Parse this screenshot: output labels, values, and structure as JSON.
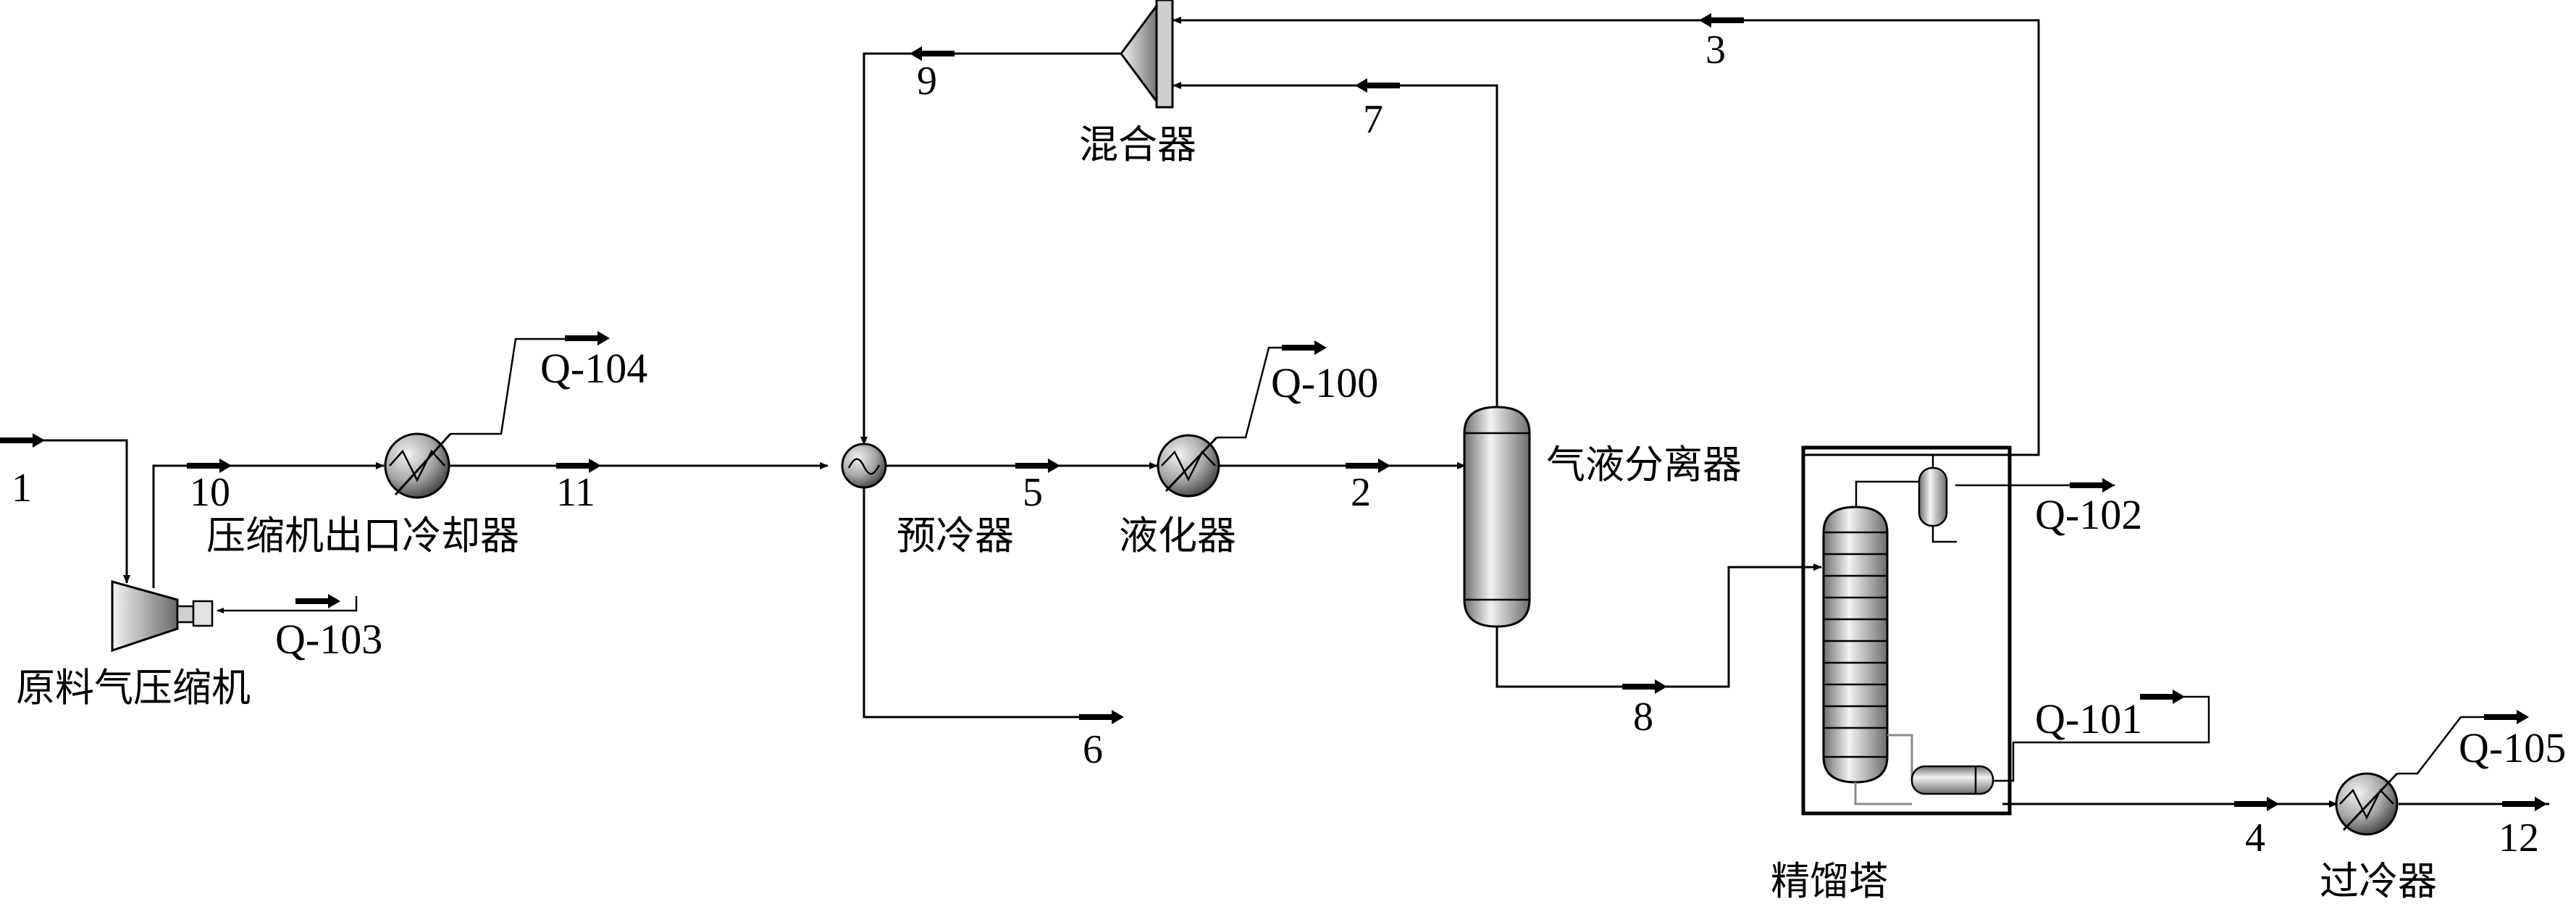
{
  "equipment": {
    "feed_compressor": "原料气压缩机",
    "compressor_cooler": "压缩机出口冷却器",
    "precooler": "预冷器",
    "liquefier": "液化器",
    "separator": "气液分离器",
    "mixer": "混合器",
    "column": "精馏塔",
    "subcooler": "过冷器"
  },
  "streams": {
    "s1": "1",
    "s2": "2",
    "s3": "3",
    "s4": "4",
    "s5": "5",
    "s6": "6",
    "s7": "7",
    "s8": "8",
    "s9": "9",
    "s10": "10",
    "s11": "11",
    "s12": "12"
  },
  "energy": {
    "q100": "Q-100",
    "q101": "Q-101",
    "q102": "Q-102",
    "q103": "Q-103",
    "q104": "Q-104",
    "q105": "Q-105"
  }
}
